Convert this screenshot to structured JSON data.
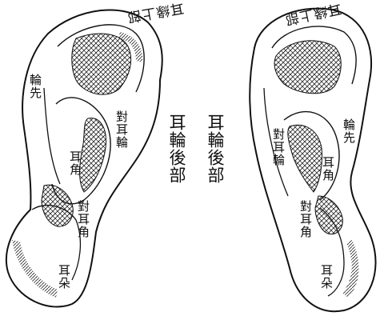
{
  "colors": {
    "ink": "#111111",
    "paper": "#ffffff",
    "hatch": "#222222"
  },
  "left_ear": {
    "labels": {
      "top": "耳緣上部",
      "lunxian": "輪先",
      "duierlun": "對耳輪",
      "erjiao": "耳角",
      "duierjiao": "對耳角",
      "erduo": "耳朵"
    }
  },
  "center_labels": {
    "left": "耳輪後部",
    "right": "耳輪後部"
  },
  "right_ear": {
    "labels": {
      "top": "耳緣上部",
      "duierlun": "對耳輪",
      "lunxian": "輪先",
      "erjiao": "耳角",
      "duierjiao": "對耳角",
      "erduo": "耳朵"
    }
  }
}
